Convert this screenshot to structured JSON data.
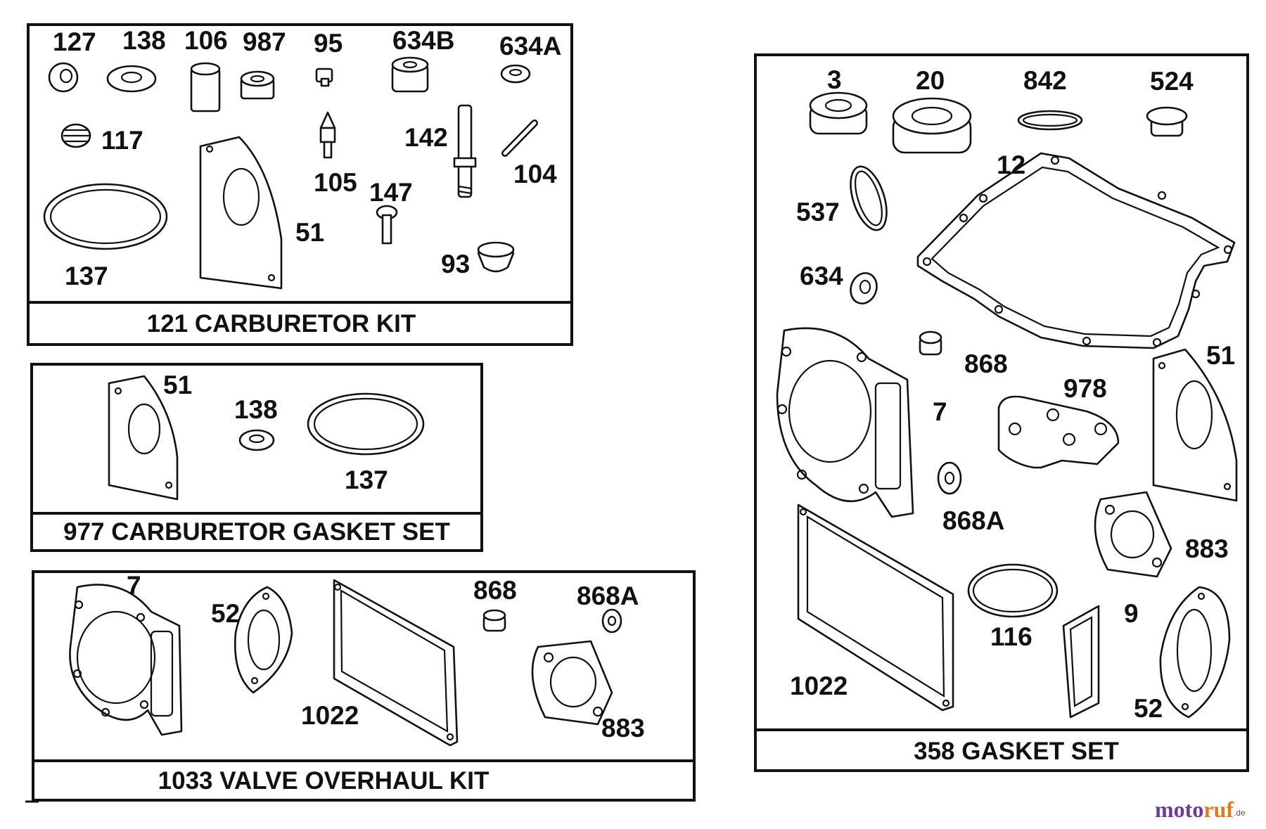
{
  "kits": {
    "carb_kit": {
      "title": "121 CARBURETOR KIT",
      "labels": {
        "p127": "127",
        "p138": "138",
        "p106": "106",
        "p987": "987",
        "p95": "95",
        "p634b": "634B",
        "p634a": "634A",
        "p117": "117",
        "p142": "142",
        "p104": "104",
        "p105": "105",
        "p147": "147",
        "p51": "51",
        "p93": "93",
        "p137": "137"
      }
    },
    "carb_gasket_set": {
      "title": "977 CARBURETOR GASKET SET",
      "labels": {
        "p51": "51",
        "p138": "138",
        "p137": "137"
      }
    },
    "valve_kit": {
      "title": "1033 VALVE OVERHAUL KIT",
      "labels": {
        "p7": "7",
        "p52": "52",
        "p868": "868",
        "p868a": "868A",
        "p1022": "1022",
        "p883": "883"
      }
    },
    "gasket_set": {
      "title": "358 GASKET SET",
      "labels": {
        "p3": "3",
        "p20": "20",
        "p842": "842",
        "p524": "524",
        "p12": "12",
        "p537": "537",
        "p634": "634",
        "p868": "868",
        "p51": "51",
        "p7": "7",
        "p978": "978",
        "p868a": "868A",
        "p883": "883",
        "p116": "116",
        "p9": "9",
        "p1022": "1022",
        "p52": "52"
      }
    }
  },
  "watermark": {
    "part1": "moto",
    "part2": "ruf",
    "suffix": ".de",
    "color_primary": "#6b3a9a",
    "color_accent": "#e07a1c"
  }
}
